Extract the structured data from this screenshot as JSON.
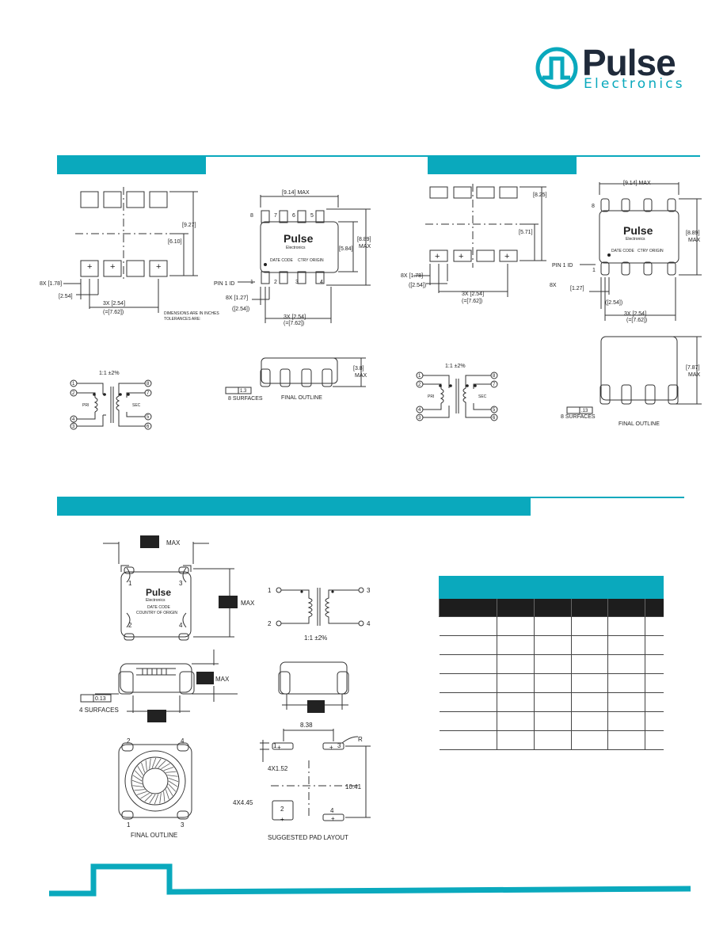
{
  "brand": {
    "name": "Pulse",
    "subtitle": "Electronics"
  },
  "colors": {
    "accent": "#0aa9bd",
    "dark": "#1d1d1d",
    "line": "#333333"
  },
  "d1": {
    "dim_914": "[9.14] MAX",
    "dim_927": "[9.27]",
    "dim_610": "[6.10]",
    "dim_889": "[8.89]",
    "max": "MAX",
    "dim_584": "[5.84]",
    "pin_top": [
      "8",
      "7",
      "6",
      "5"
    ],
    "pin_bot": [
      "1",
      "2",
      "3",
      "4"
    ],
    "chip_brand": "Pulse",
    "chip_sub": "Electronics",
    "date_code": "DATE CODE",
    "ctry": "CTRY ORIGIN",
    "pin1": "PIN 1 ID",
    "d8x178": "8X [1.78]",
    "d254": "[2.54]",
    "d3x254": "3X [2.54]",
    "d762": "(=[7.62])",
    "d8x127": "8X [1.27]",
    "d254p": "([2.54])",
    "note1": "DIMENSIONS ARE IN INCHES",
    "note2": "TOLERANCES ARE:",
    "ratio": "1:1 ±2%",
    "pri": "PRI",
    "sec": "SEC",
    "pins_l": [
      "1",
      "2",
      "4",
      "3"
    ],
    "pins_r": [
      "8",
      "7",
      "5",
      "6"
    ],
    "dim_38": "[3.8]",
    "surf": "8 SURFACES",
    "flat": "1.3",
    "final": "FINAL OUTLINE"
  },
  "d2": {
    "dim_914": "[9.14] MAX",
    "dim_825": "[8.25]",
    "dim_571": "[5.71]",
    "d8x178": "8X [1.78]",
    "d254p": "([2.54])",
    "d3x254": "3X [2.54]",
    "d762": "(=[7.62])",
    "pin8": "8",
    "pin1": "1",
    "chip_brand": "Pulse",
    "chip_sub": "Electronics",
    "date_code": "DATE CODE",
    "ctry": "CTRY ORIGIN",
    "pin1id": "PIN 1 ID",
    "dim_889": "[8.89]",
    "max": "MAX",
    "d8x": "8X",
    "d127": "[1.27]",
    "d254b": "([2.54])",
    "d3x254b": "3X [2.54]",
    "d762b": "(=[7.62])",
    "ratio": "1:1 ±2%",
    "pri": "PRI",
    "sec": "SEC",
    "pins_l": [
      "1",
      "2",
      "4",
      "3"
    ],
    "pins_r": [
      "8",
      "7",
      "5",
      "6"
    ],
    "dim_787": "[7.87]",
    "flat": ".13",
    "surf": "8 SURFACES",
    "final": "FINAL OUTLINE"
  },
  "d3": {
    "max": "MAX",
    "pins_top": [
      "1",
      "3"
    ],
    "pins_bot": [
      "2",
      "4"
    ],
    "chip_brand": "Pulse",
    "chip_sub": "Electronics",
    "date_code": "DATE CODE",
    "country": "COUNTRY OF ORIGIN",
    "sch_pins": [
      "1",
      "2",
      "3",
      "4"
    ],
    "ratio": "1:1 ±2%",
    "flat": "0.13",
    "surf": "4 SURFACES",
    "bot_pins": [
      "2",
      "4",
      "1",
      "3"
    ],
    "final": "FINAL OUTLINE",
    "pad_838": "8.38",
    "pad_r": "R",
    "pad_4x152": "4X1.52",
    "pad_1041": "10.41",
    "pad_4x445": "4X4.45",
    "pad_pins": [
      "1",
      "3",
      "2",
      "4"
    ],
    "pad_title": "SUGGESTED PAD LAYOUT"
  }
}
